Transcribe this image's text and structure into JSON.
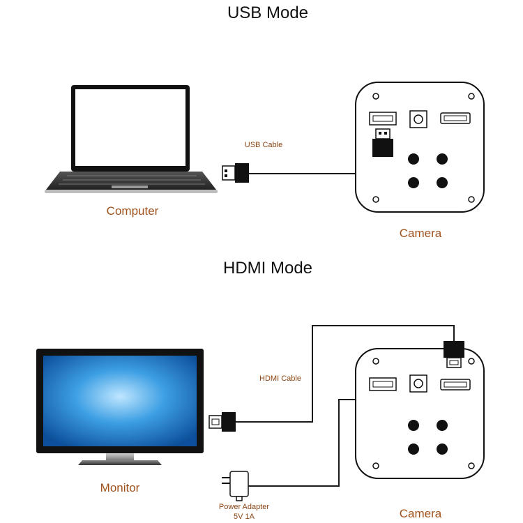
{
  "usb_section": {
    "title": "USB Mode",
    "computer_label": "Computer",
    "cable_label": "USB Cable",
    "camera_label": "Camera"
  },
  "hdmi_section": {
    "title": "HDMI Mode",
    "monitor_label": "Monitor",
    "cable_label": "HDMI Cable",
    "power_label_line1": "Power Adapter",
    "power_label_line2": "5V 1A",
    "camera_label": "Camera"
  },
  "colors": {
    "label": "#a0521d",
    "cable_label": "#8b4513",
    "line": "#1a1a1a",
    "screen_blue": "#2f8fd8"
  }
}
